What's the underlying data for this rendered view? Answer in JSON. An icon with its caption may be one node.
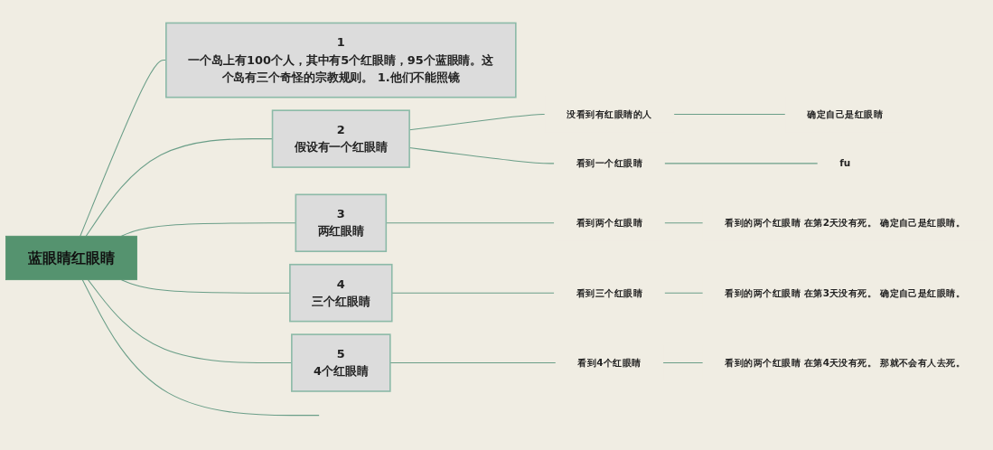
{
  "diagram": {
    "nodes": [
      {
        "text": [
          "蓝眼睛红眼睛"
        ]
      },
      {
        "text": [
          "1",
          "一个岛上有100个人，其中有5个红眼睛，95个蓝眼睛。这个岛有三个奇怪的宗教规则。 1.他们不能照镜"
        ]
      },
      {
        "text": [
          "2",
          "假设有一个红眼睛"
        ]
      },
      {
        "text": [
          "没看到有红眼睛的人"
        ]
      },
      {
        "text": [
          "确定自己是红眼睛"
        ]
      },
      {
        "text": [
          "看到一个红眼睛"
        ]
      },
      {
        "text": [
          "fu"
        ]
      },
      {
        "text": [
          "3",
          "两红眼睛"
        ]
      },
      {
        "text": [
          "看到两个红眼睛"
        ]
      },
      {
        "text": [
          "看到的两个红眼睛 在第2天没有死。 确定自己是红眼睛。"
        ]
      },
      {
        "text": [
          "4",
          "三个红眼睛"
        ]
      },
      {
        "text": [
          "看到三个红眼睛"
        ]
      },
      {
        "text": [
          "看到的两个红眼睛 在第3天没有死。 确定自己是红眼睛。"
        ]
      },
      {
        "text": [
          "5",
          "4个红眼睛"
        ]
      },
      {
        "text": [
          "看到4个红眼睛"
        ]
      },
      {
        "text": [
          "看到的两个红眼睛 在第4天没有死。 那就不会有人去死。"
        ]
      }
    ],
    "edges": [
      {
        "from": 0,
        "to": 1,
        "arrow": "none"
      },
      {
        "from": 0,
        "to": 2,
        "arrow": "none"
      },
      {
        "from": 0,
        "to": 7,
        "arrow": "none"
      },
      {
        "from": 0,
        "to": 10,
        "arrow": "none"
      },
      {
        "from": 0,
        "to": 13,
        "arrow": "none"
      },
      {
        "from": 0,
        "to": null,
        "arrow": "none"
      },
      {
        "from": 2,
        "to": 3,
        "arrow": "none"
      },
      {
        "from": 3,
        "to": 4,
        "arrow": "none"
      },
      {
        "from": 2,
        "to": 5,
        "arrow": "none"
      },
      {
        "from": 5,
        "to": 6,
        "arrow": "none"
      },
      {
        "from": 7,
        "to": 8,
        "arrow": "none"
      },
      {
        "from": 8,
        "to": 9,
        "arrow": "none"
      },
      {
        "from": 10,
        "to": 11,
        "arrow": "none"
      },
      {
        "from": 11,
        "to": 12,
        "arrow": "none"
      },
      {
        "from": 13,
        "to": 14,
        "arrow": "none"
      },
      {
        "from": 14,
        "to": 15,
        "arrow": "none"
      }
    ]
  }
}
